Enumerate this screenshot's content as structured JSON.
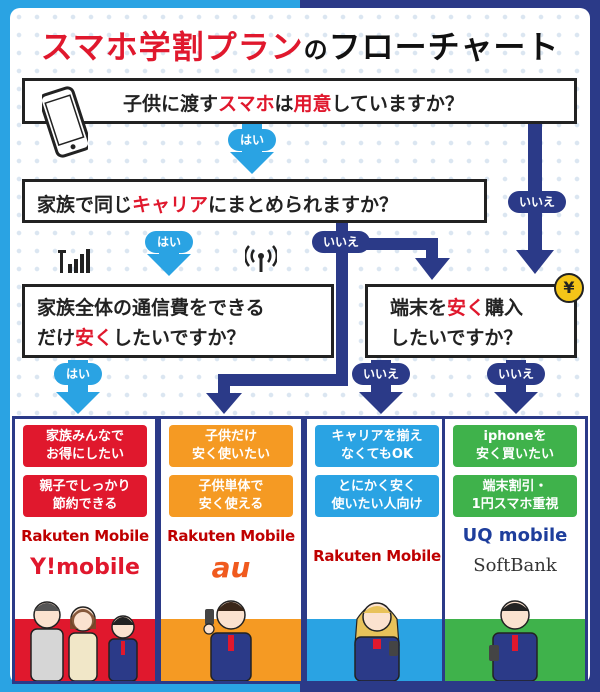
{
  "title": {
    "part1": "スマホ学割プラン",
    "part2": "の",
    "part3": "フローチャート"
  },
  "q1": {
    "pre": "子供に渡す",
    "highlight": "スマホ",
    "mid": "は",
    "highlight2": "用意",
    "post": "していますか？"
  },
  "q2": {
    "pre": "家族で同じ",
    "highlight": "キャリア",
    "post": "にまとめられますか？"
  },
  "q3": {
    "line1": "家族全体の通信費をできる",
    "line2_pre": "だけ",
    "line2_highlight": "安く",
    "line2_post": "したいですか？"
  },
  "q4": {
    "line1_pre": "端末を",
    "line1_highlight": "安く",
    "line1_post": "購入",
    "line2": "したいですか？"
  },
  "tags": {
    "yes1": "はい",
    "yes2": "はい",
    "yes3": "はい",
    "no1": "いいえ",
    "no2": "いいえ",
    "no3": "いいえ",
    "no4": "いいえ"
  },
  "yen_icon": "¥",
  "colors": {
    "light_blue": "#2aa3e3",
    "navy": "#2b3a88",
    "red": "#e0182d",
    "orange": "#f59a23",
    "green": "#3fb24b"
  },
  "columns": [
    {
      "name": "col1",
      "color": "#e0182d",
      "chip1": [
        "家族みんなで",
        "お得にしたい"
      ],
      "chip2": [
        "親子でしっかり",
        "節約できる"
      ],
      "logos": [
        "Rakuten Mobile",
        "Y!mobile"
      ]
    },
    {
      "name": "col2",
      "color": "#f59a23",
      "chip1": [
        "子供だけ",
        "安く使いたい"
      ],
      "chip2": [
        "子供単体で",
        "安く使える"
      ],
      "logos": [
        "Rakuten Mobile",
        "au"
      ]
    },
    {
      "name": "col3",
      "color": "#2aa3e3",
      "chip1": [
        "キャリアを揃え",
        "なくてもOK"
      ],
      "chip2": [
        "とにかく安く",
        "使いたい人向け"
      ],
      "logos": [
        "Rakuten Mobile"
      ]
    },
    {
      "name": "col4",
      "color": "#3fb24b",
      "chip1": [
        "iphoneを",
        "安く買いたい"
      ],
      "chip2": [
        "端末割引・",
        "1円スマホ重視"
      ],
      "logos": [
        "UQ mobile",
        "SoftBank"
      ]
    }
  ]
}
